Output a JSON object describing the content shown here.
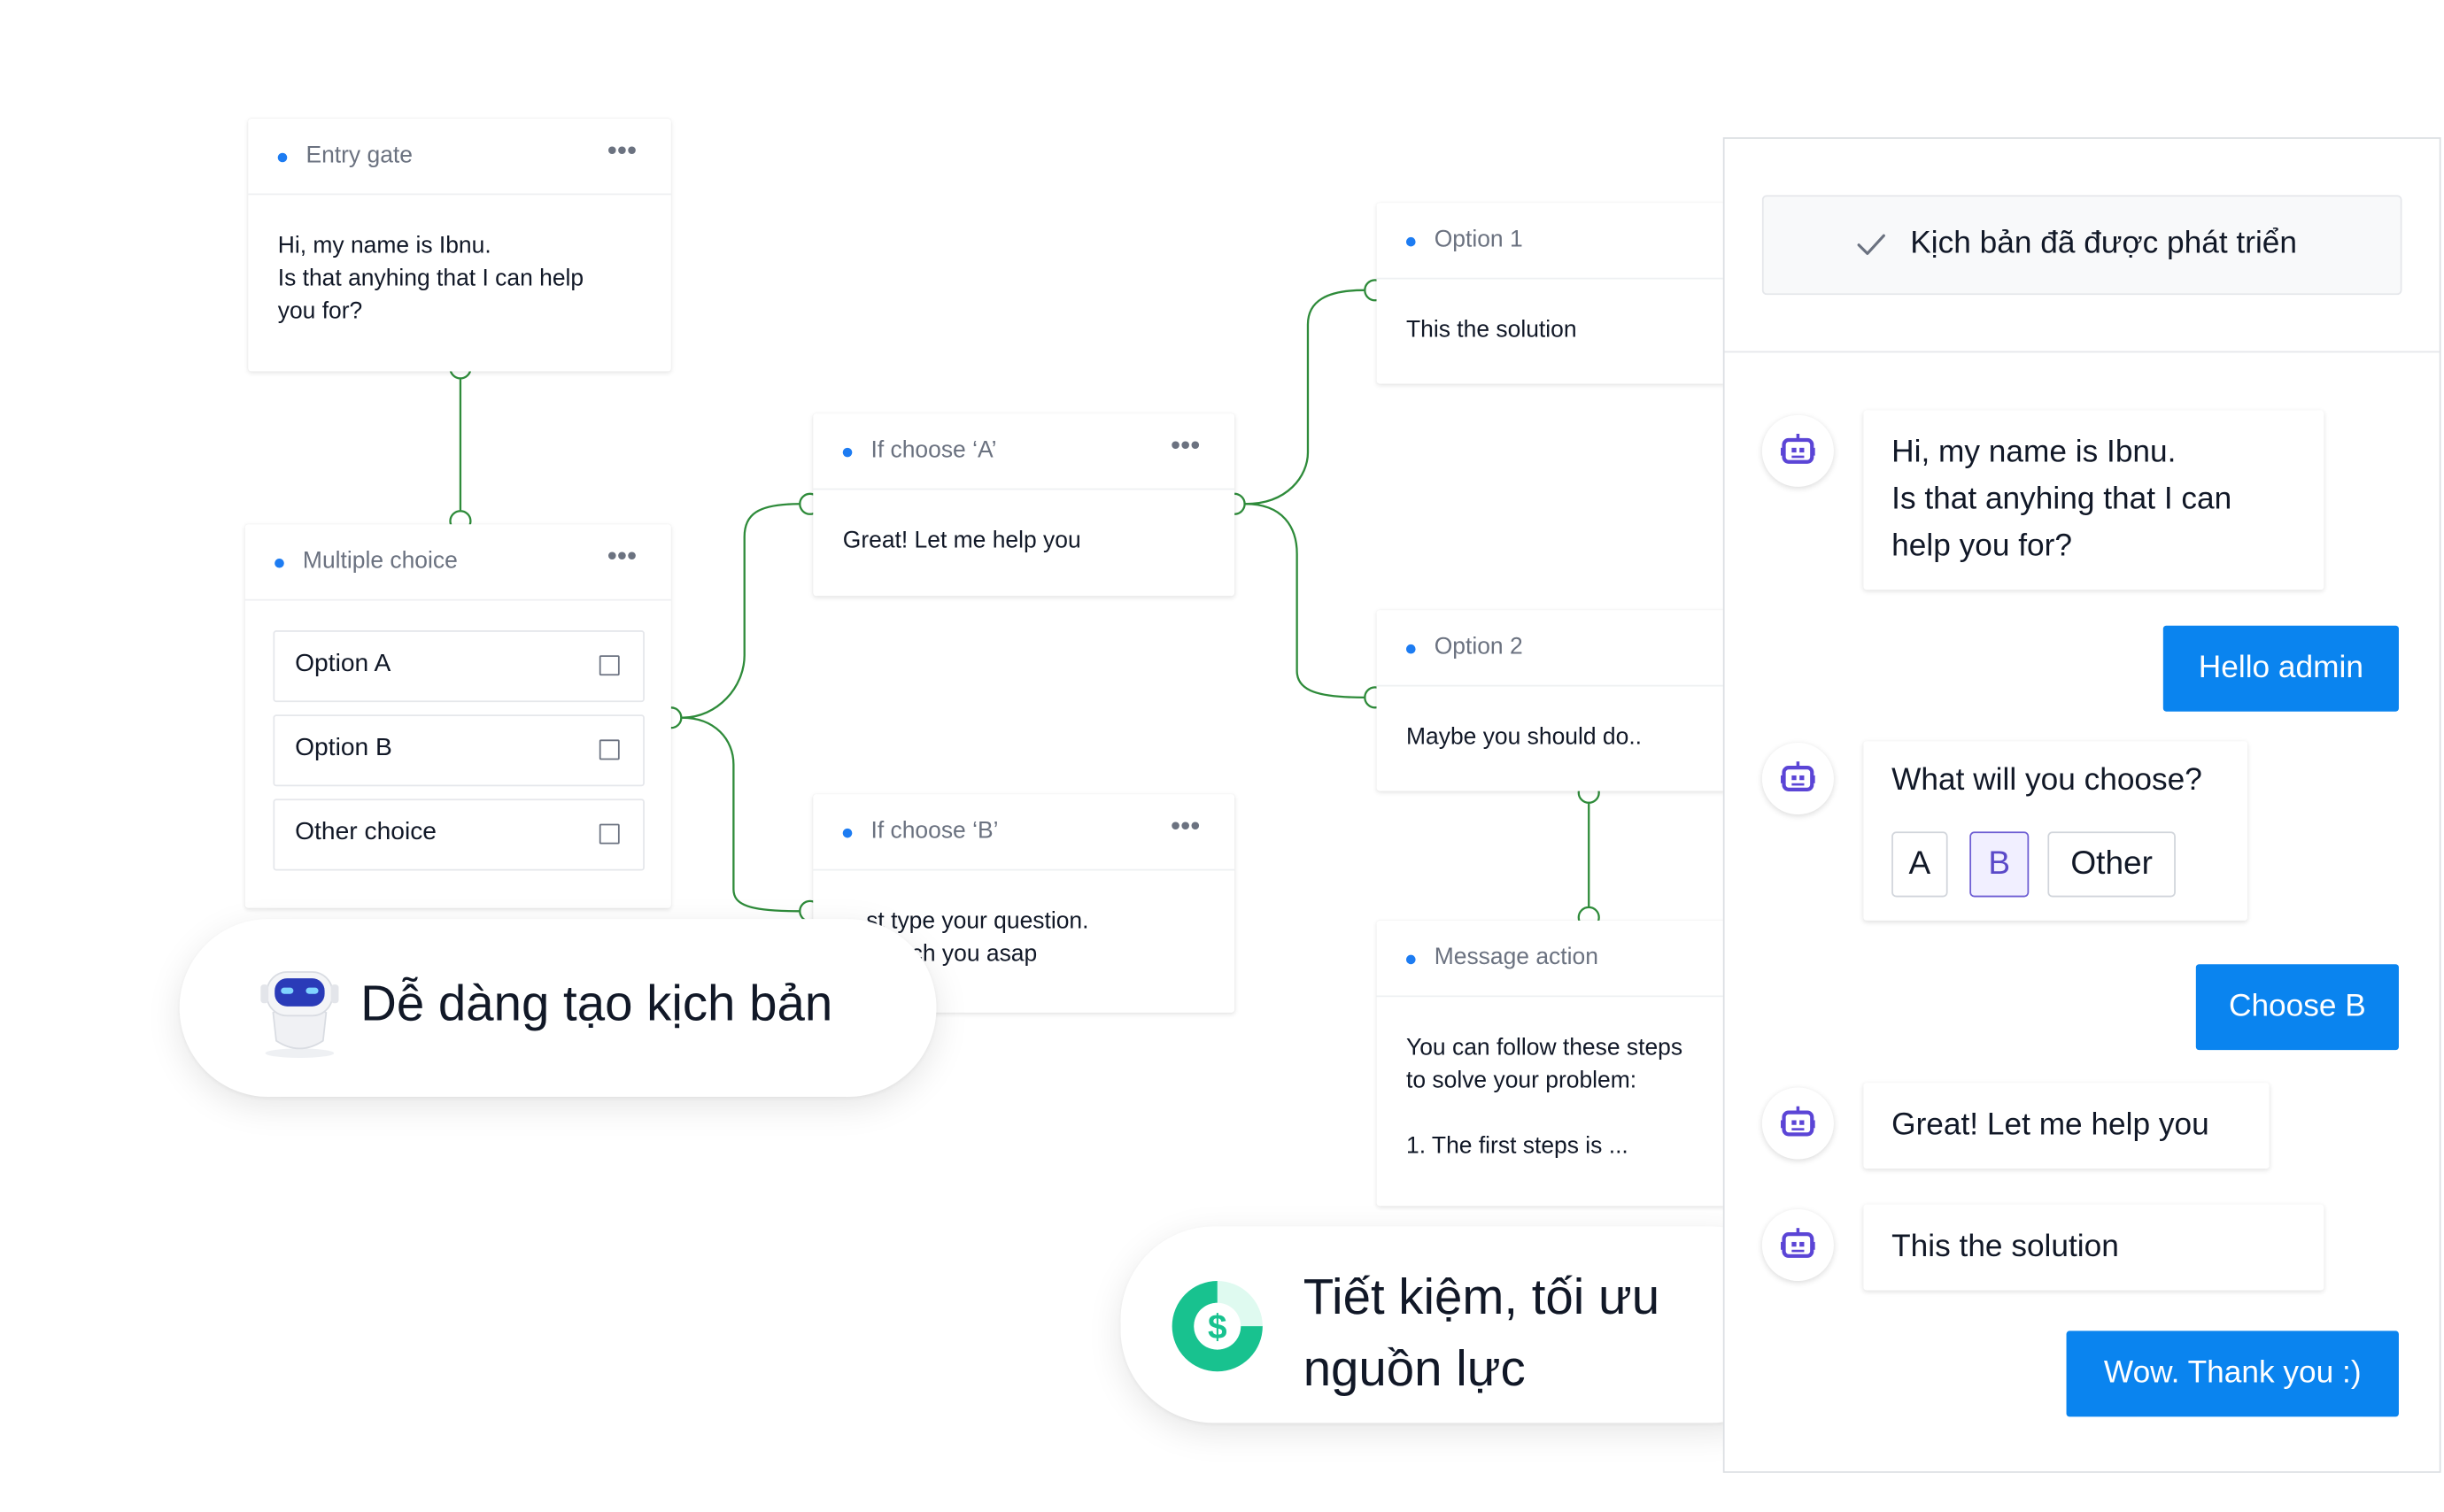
{
  "flow": {
    "entry_gate": {
      "title": "Entry gate",
      "more": "•••",
      "body": "Hi, my name is Ibnu.\nIs that anyhing that I can help\nyou for?"
    },
    "multiple_choice": {
      "title": "Multiple choice",
      "more": "•••",
      "options": [
        "Option A",
        "Option B",
        "Other choice"
      ]
    },
    "if_a": {
      "title": "If choose ‘A’",
      "more": "•••",
      "body": "Great! Let me help you"
    },
    "if_b": {
      "title": "If choose ‘B’",
      "more": "•••",
      "body": "…st type your question.\n…’ reach you asap"
    },
    "option1": {
      "title": "Option 1",
      "body": "This the solution"
    },
    "option2": {
      "title": "Option 2",
      "body": "Maybe you should do.."
    },
    "message_action": {
      "title": "Message action",
      "body": "You can follow these steps\nto solve your problem:\n\n1. The first steps is ..."
    }
  },
  "callouts": {
    "easy": "Dễ dàng tạo kịch bản",
    "save_line1": "Tiết kiệm, tối ưu",
    "save_line2": "nguồn lực",
    "dollar": "$"
  },
  "chat": {
    "status": "Kịch bản đã được phát triển",
    "messages": {
      "bot1": "Hi, my name is Ibnu.\nIs that anyhing that I can\nhelp you for?",
      "user1": "Hello admin",
      "bot2": "What will you choose?",
      "choices": [
        "A",
        "B",
        "Other"
      ],
      "user2": "Choose B",
      "bot3": "Great! Let me help you",
      "bot4": "This the solution",
      "user3": "Wow. Thank you :)"
    }
  },
  "colors": {
    "accent": "#0a84ef",
    "connector": "#2e8b3a",
    "dot": "#1d7cf2",
    "choice_selected": "#6d5dd3",
    "bot_icon": "#5b45d6"
  },
  "icons": [
    "more-icon",
    "checkbox-icon",
    "check-icon",
    "bot-icon",
    "robot-mascot-icon",
    "dollar-coin-icon"
  ]
}
